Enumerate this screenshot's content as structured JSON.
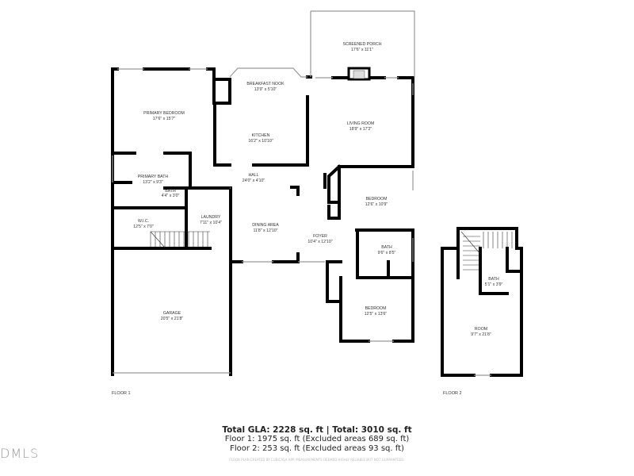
{
  "floor1": {
    "label": "FLOOR 1",
    "rooms": {
      "screened_porch": {
        "name": "SCREENED PORCH",
        "dims": "17'6\" x 11'1\""
      },
      "breakfast_nook": {
        "name": "BREAKFAST NOOK",
        "dims": "13'9\" x 5'10\""
      },
      "primary_bedroom": {
        "name": "PRIMARY BEDROOM",
        "dims": "17'6\" x 15'7\""
      },
      "kitchen": {
        "name": "KITCHEN",
        "dims": "16'2\" x 10'10\""
      },
      "living_room": {
        "name": "LIVING ROOM",
        "dims": "18'9\" x 17'2\""
      },
      "primary_bath": {
        "name": "PRIMARY BATH",
        "dims": "13'2\" x 9'3\""
      },
      "hall": {
        "name": "HALL",
        "dims": "24'0\" x 4'10\""
      },
      "bath_small": {
        "name": "BATH",
        "dims": "4'4\" x 3'0\""
      },
      "bedroom_1": {
        "name": "BEDROOM",
        "dims": "12'6\" x 10'9\""
      },
      "wic": {
        "name": "W.I.C.",
        "dims": "12'5\" x 7'0\""
      },
      "laundry": {
        "name": "LAUNDRY",
        "dims": "7'11\" x 10'4\""
      },
      "dining_area": {
        "name": "DINING AREA",
        "dims": "11'8\" x 12'10\""
      },
      "foyer": {
        "name": "FOYER",
        "dims": "10'4\" x 12'10\""
      },
      "bath_2": {
        "name": "BATH",
        "dims": "9'6\" x 8'5\""
      },
      "garage": {
        "name": "GARAGE",
        "dims": "20'5\" x 21'8\""
      },
      "bedroom_2": {
        "name": "BEDROOM",
        "dims": "12'5\" x 13'6\""
      }
    }
  },
  "floor2": {
    "label": "FLOOR 2",
    "rooms": {
      "bath": {
        "name": "BATH",
        "dims": "5'1\" x 3'9\""
      },
      "room": {
        "name": "ROOM",
        "dims": "9'7\" x 21'8\""
      }
    }
  },
  "summary": {
    "total": "Total GLA: 2228 sq. ft | Total: 3010 sq. ft",
    "floor1": "Floor 1: 1975 sq. ft (Excluded areas 689 sq. ft)",
    "floor2": "Floor 2: 253 sq. ft (Excluded areas 93 sq. ft)",
    "credit": "FLOOR PLAN CREATED BY CUBICASA APP. MEASUREMENTS DEEMED HIGHLY RELIABLE BUT NOT GUARANTEED."
  },
  "logo": "DMLS"
}
